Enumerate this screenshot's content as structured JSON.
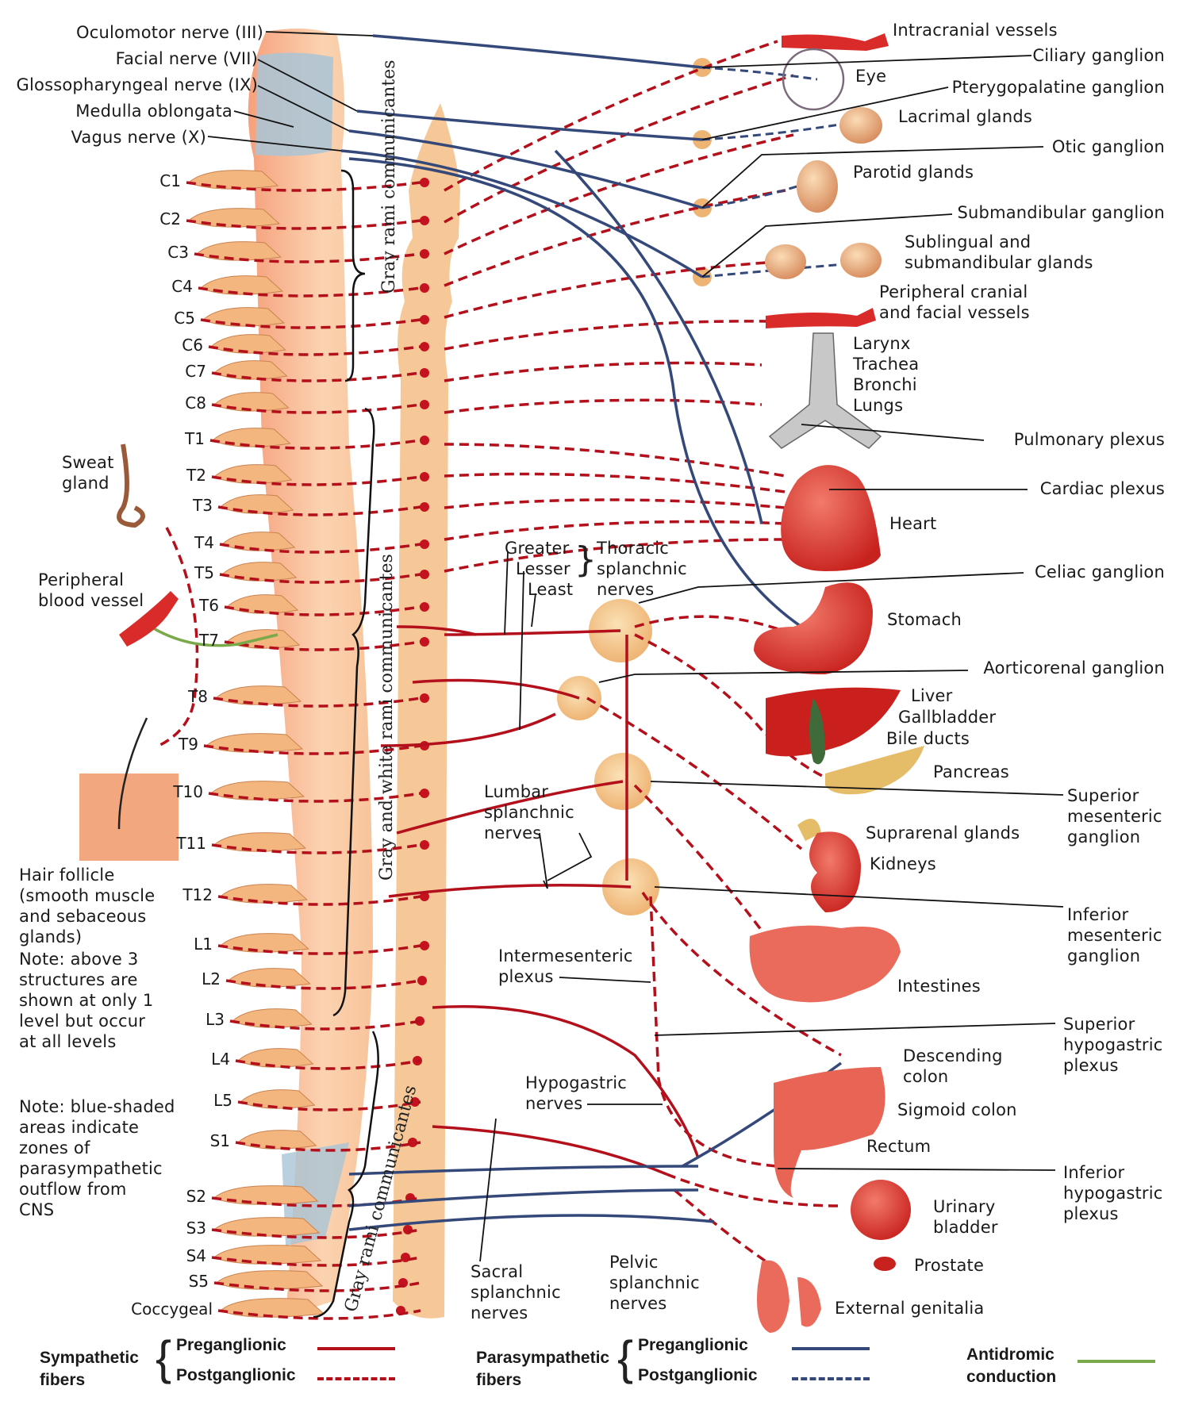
{
  "diagram": {
    "subject": "Autonomic nervous system: sympathetic and parasympathetic fibers",
    "colors": {
      "sympathetic": "#b3101c",
      "parasympathetic": "#34497a",
      "antidromic": "#7aa94a",
      "spinal_cord": "#f4b488",
      "ganglion": "#f3c58e",
      "parasympathetic_zone": "#a9c4d6",
      "organ_red": "#dd3b37"
    },
    "left_labels": {
      "cranial": [
        {
          "text": "Oculomotor nerve (III)"
        },
        {
          "text": "Facial nerve (VII)"
        },
        {
          "text": "Glossopharyngeal nerve (IX)"
        },
        {
          "text": "Medulla oblongata"
        },
        {
          "text": "Vagus nerve (X)"
        }
      ],
      "sweat_gland": "Sweat\ngland",
      "peripheral_blood_vessel": "Peripheral\nblood vessel",
      "hair_follicle": "Hair follicle\n(smooth muscle\nand sebaceous\nglands)",
      "note_levels": "Note: above 3\nstructures are\nshown at only 1\nlevel but occur\nat all levels",
      "note_blue": "Note: blue-shaded\nareas indicate\nzones of\nparasympathetic\noutflow from\nCNS"
    },
    "segments": [
      "C1",
      "C2",
      "C3",
      "C4",
      "C5",
      "C6",
      "C7",
      "C8",
      "T1",
      "T2",
      "T3",
      "T4",
      "T5",
      "T6",
      "T7",
      "T8",
      "T9",
      "T10",
      "T11",
      "T12",
      "L1",
      "L2",
      "L3",
      "L4",
      "L5",
      "S1",
      "S2",
      "S3",
      "S4",
      "S5",
      "Coccygeal"
    ],
    "rami": {
      "gray_upper": "Gray rami communicantes",
      "gray_white": "Gray and white rami communicantes",
      "gray_lower": "Gray rami communicantes"
    },
    "middle_labels": {
      "greater": "Greater",
      "lesser": "Lesser",
      "least": "Least",
      "thoracic_splanchnic": "Thoracic\nsplanchnic\nnerves",
      "lumbar_splanchnic": "Lumbar\nsplanchnic\nnerves",
      "intermesenteric": "Intermesenteric\nplexus",
      "hypogastric": "Hypogastric\nnerves",
      "sacral_splanchnic": "Sacral\nsplanchnic\nnerves",
      "pelvic_splanchnic": "Pelvic\nsplanchnic\nnerves"
    },
    "organ_labels": {
      "intracranial_vessels": "Intracranial vessels",
      "eye": "Eye",
      "lacrimal": "Lacrimal glands",
      "parotid": "Parotid glands",
      "sublingual": "Sublingual and\nsubmandibular glands",
      "peripheral_cranial": "Peripheral cranial\nand facial vessels",
      "airway": "Larynx\nTrachea\nBronchi\nLungs",
      "heart": "Heart",
      "stomach": "Stomach",
      "liver": "Liver",
      "gallbladder": "Gallbladder",
      "bile_ducts": "Bile ducts",
      "pancreas": "Pancreas",
      "suprarenal": "Suprarenal glands",
      "kidneys": "Kidneys",
      "intestines": "Intestines",
      "descending_colon": "Descending\ncolon",
      "sigmoid_colon": "Sigmoid colon",
      "rectum": "Rectum",
      "urinary_bladder": "Urinary\nbladder",
      "prostate": "Prostate",
      "external_genitalia": "External genitalia"
    },
    "right_labels": {
      "ciliary": "Ciliary ganglion",
      "pterygopalatine": "Pterygopalatine ganglion",
      "otic": "Otic ganglion",
      "submandibular": "Submandibular ganglion",
      "pulmonary": "Pulmonary plexus",
      "cardiac": "Cardiac plexus",
      "celiac": "Celiac ganglion",
      "aorticorenal": "Aorticorenal ganglion",
      "superior_mesenteric": "Superior\nmesenteric\nganglion",
      "inferior_mesenteric": "Inferior\nmesenteric\nganglion",
      "superior_hypogastric": "Superior\nhypogastric\nplexus",
      "inferior_hypogastric": "Inferior\nhypogastric\nplexus"
    },
    "legend": {
      "sympathetic": {
        "title": "Sympathetic\nfibers",
        "pre": "Preganglionic",
        "post": "Postganglionic"
      },
      "parasympathetic": {
        "title": "Parasympathetic\nfibers",
        "pre": "Preganglionic",
        "post": "Postganglionic"
      },
      "antidromic": {
        "title": "Antidromic\nconduction"
      }
    }
  }
}
